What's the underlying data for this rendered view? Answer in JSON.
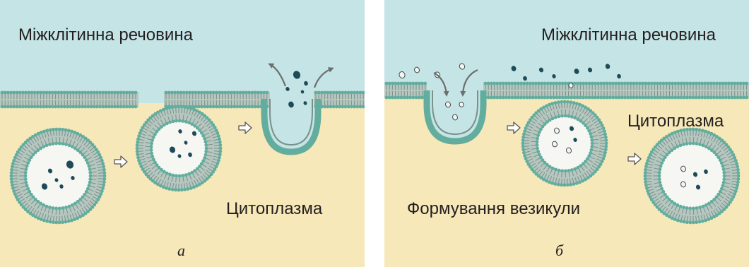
{
  "panel_a": {
    "top_label": "Міжклітинна речовина",
    "bottom_label": "Цитоплазма",
    "panel_letter": "а"
  },
  "panel_b": {
    "top_label": "Міжклітинна речовина",
    "right_label": "Цитоплазма",
    "bottom_label": "Формування везикули",
    "panel_letter": "б"
  },
  "colors": {
    "extracellular": "#c5e4e6",
    "cytoplasm": "#f6e8b8",
    "membrane_head": "#62ad9d",
    "membrane_tail": "#7a9189",
    "vesicle_lumen": "#f6f7f3",
    "particle_dark": "#1e4b58",
    "arrow_gray": "#6e6e6e"
  }
}
